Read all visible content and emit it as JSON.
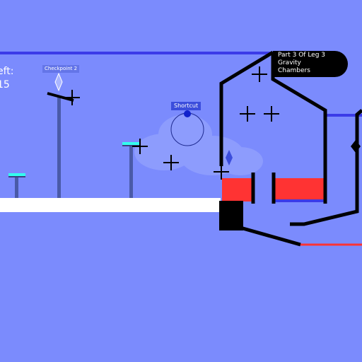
{
  "hud": {
    "left_label": "eft:",
    "left_value": "15"
  },
  "checkpoint": {
    "label": "Checkpoint 2"
  },
  "shortcut": {
    "label": "Shortcut"
  },
  "leg_banner": {
    "line1": "Part 3 Of Leg 3",
    "line2": "Gravity",
    "line3": "Chambers"
  },
  "colors": {
    "sky": "#7b8bfd",
    "floor": "#ffffff",
    "wall": "#000000",
    "hazard": "#ff3333",
    "accent_blue": "#3b3be8",
    "pad_cyan": "#33ffee",
    "pole": "#4a5aa8"
  }
}
